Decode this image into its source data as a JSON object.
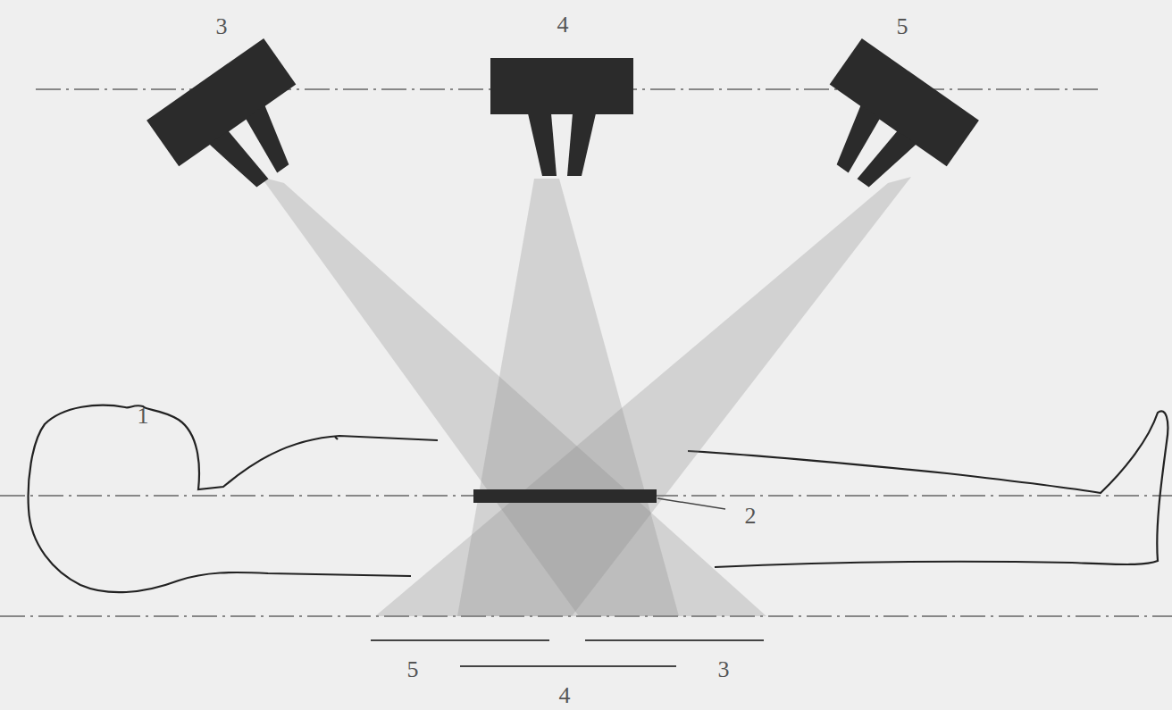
{
  "diagram": {
    "labels": [
      "3",
      "4",
      "5",
      "1",
      "2",
      "5",
      "3",
      "4"
    ]
  }
}
